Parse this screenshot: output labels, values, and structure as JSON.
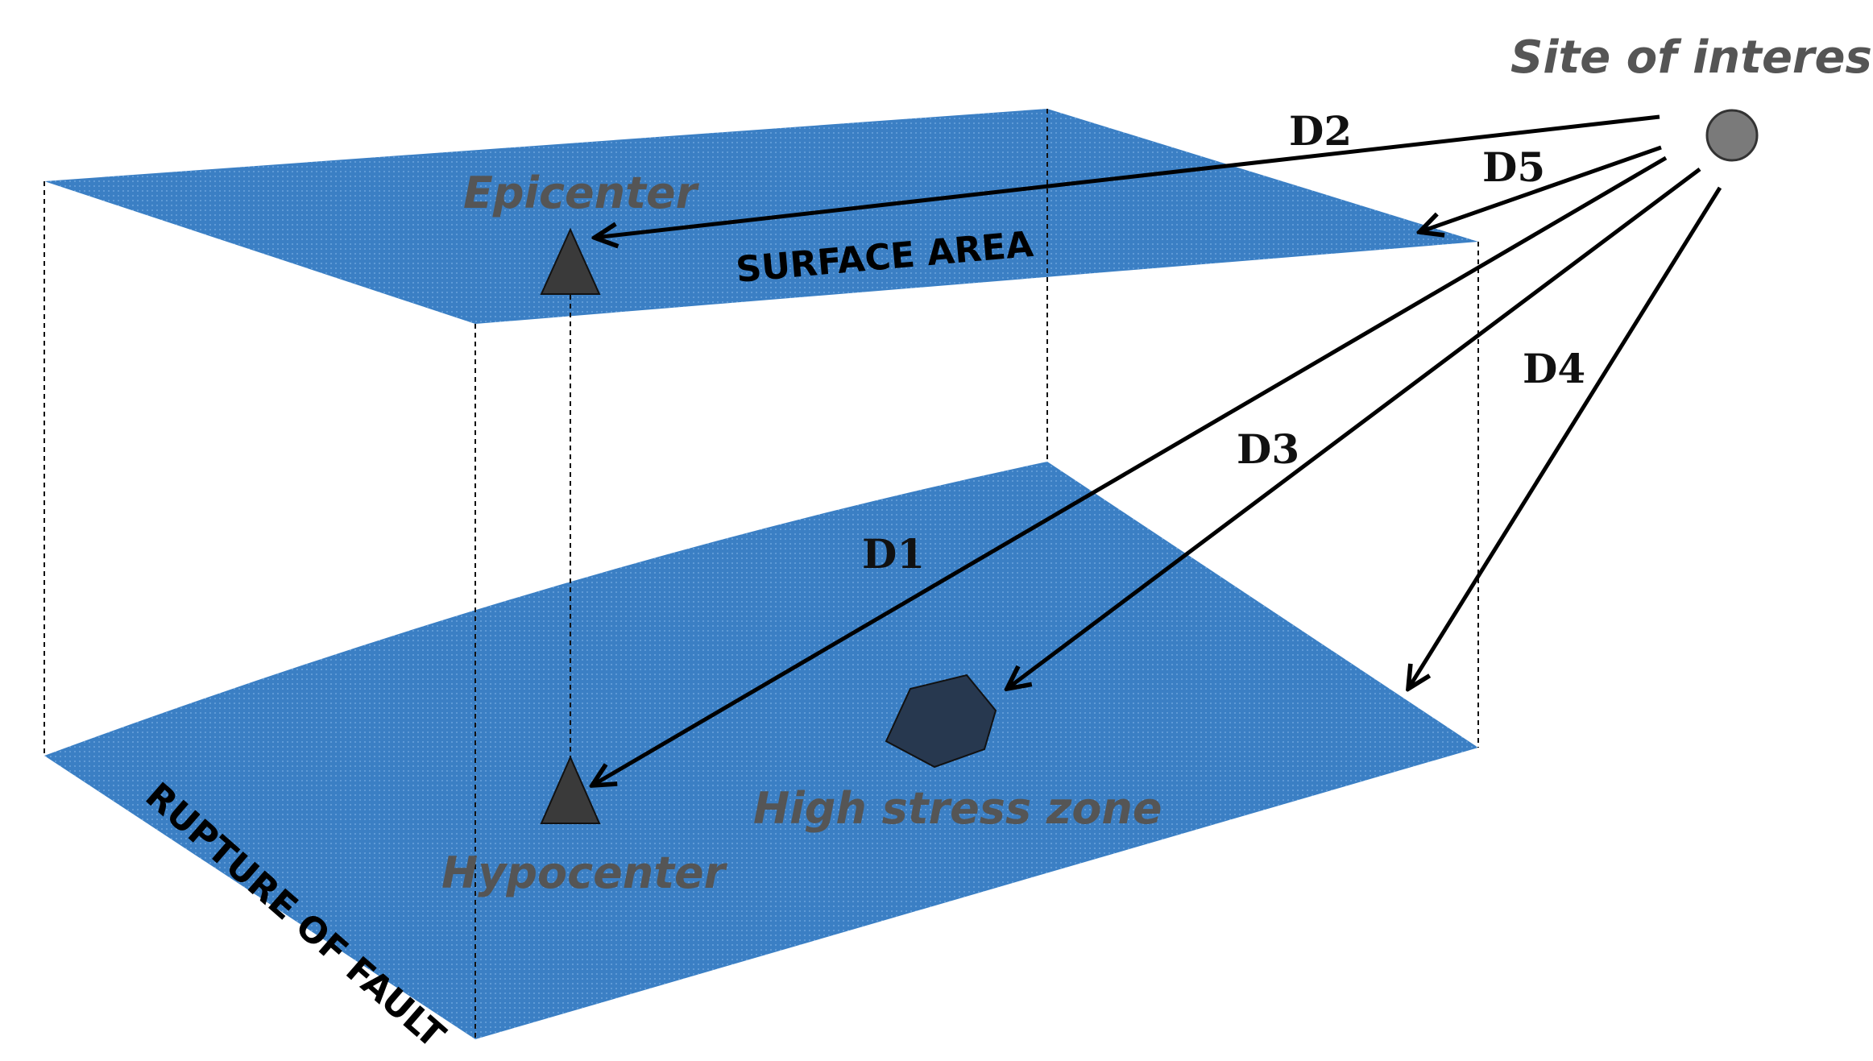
{
  "labels": {
    "site": "Site of interest",
    "epicenter": "Epicenter",
    "surface_area": "SURFACE AREA",
    "hypocenter": "Hypocenter",
    "high_stress_zone": "High stress zone",
    "rupture_of_fault": "RUPTURE OF FAULT"
  },
  "distances": {
    "d1": "D1",
    "d2": "D2",
    "d3": "D3",
    "d4": "D4",
    "d5": "D5"
  },
  "colors": {
    "plane_fill": "#3b7fc4",
    "marker_fill": "#3a3a3a",
    "stress_zone_fill": "#27384f",
    "site_fill": "#7a7a7a",
    "arrow_stroke": "#000000"
  }
}
